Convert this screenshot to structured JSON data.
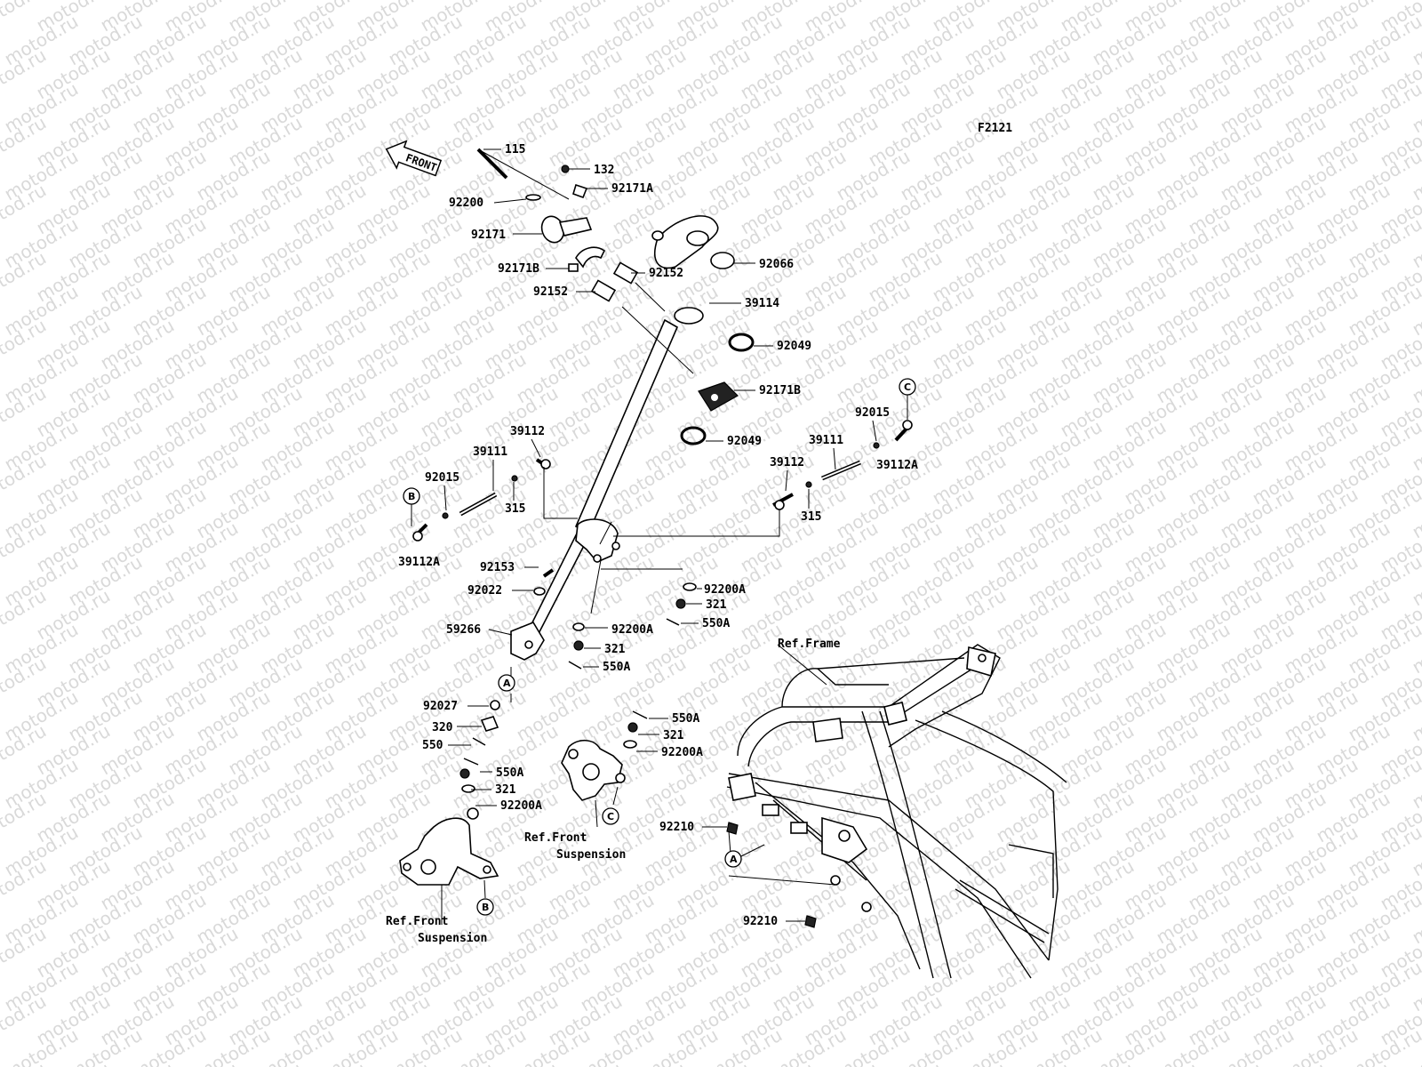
{
  "figure_code": "F2121",
  "watermark": "motod.ru",
  "front_label": "FRONT",
  "parts": {
    "p115": "115",
    "p132": "132",
    "p92171A": "92171A",
    "p92200": "92200",
    "p92171": "92171",
    "p92171B_top": "92171B",
    "p92152_a": "92152",
    "p92152_b": "92152",
    "p92066": "92066",
    "p39114": "39114",
    "p92049_a": "92049",
    "p92171B_mid": "92171B",
    "p92049_b": "92049",
    "p92015_r": "92015",
    "p39111_r": "39111",
    "p39112A_r": "39112A",
    "p39112_r": "39112",
    "p315_r": "315",
    "p39112_l": "39112",
    "p39111_l": "39111",
    "p92015_l": "92015",
    "p315_l": "315",
    "p39112A_l": "39112A",
    "p92153": "92153",
    "p92022": "92022",
    "p92200A_a": "92200A",
    "p321_a": "321",
    "p550A_a": "550A",
    "p59266": "59266",
    "p92200A_b": "92200A",
    "p321_b": "321",
    "p550A_b": "550A",
    "p92027": "92027",
    "p320": "320",
    "p550": "550",
    "p550A_c": "550A",
    "p321_c": "321",
    "p92200A_c": "92200A",
    "p550A_d": "550A",
    "p321_d": "321",
    "p92200A_d": "92200A",
    "p92210_a": "92210",
    "p92210_b": "92210"
  },
  "refs": {
    "ref_frame": "Ref.Frame",
    "ref_front_1": "Ref.Front",
    "ref_susp_1": "Suspension",
    "ref_front_2": "Ref.Front",
    "ref_susp_2": "Suspension"
  },
  "callouts": {
    "A_top": "A",
    "A_bottom": "A",
    "B_top": "B",
    "B_bottom": "B",
    "C_top": "C",
    "C_bottom": "C"
  }
}
